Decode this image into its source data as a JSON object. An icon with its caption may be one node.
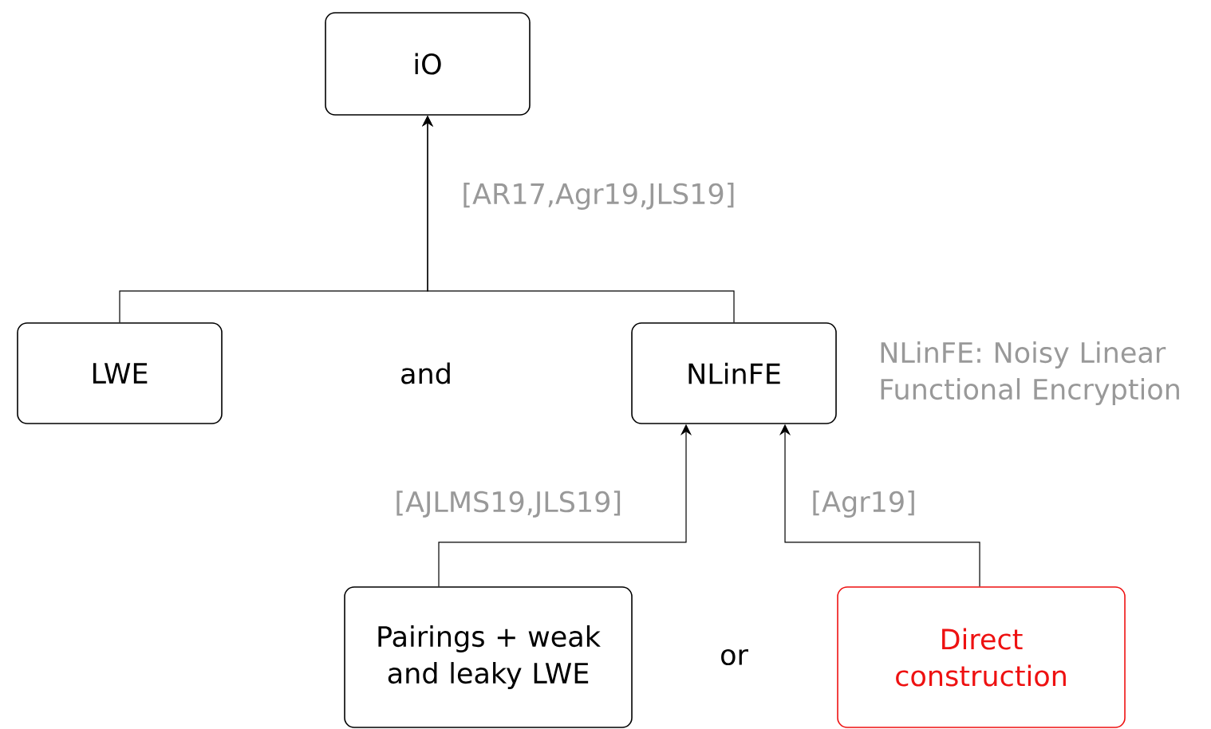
{
  "diagram": {
    "nodes": [
      {
        "text": [
          "iO"
        ]
      },
      {
        "text": [
          "LWE"
        ]
      },
      {
        "text": [
          "NLinFE"
        ],
        "beside": [
          "NLinFE: Noisy Linear Functional Encryption"
        ]
      },
      {
        "text": [
          "Pairings + weak and leaky LWE"
        ]
      },
      {
        "text": [
          "Direct construction"
        ]
      }
    ],
    "edges": [
      {
        "from": 1,
        "to": 0,
        "arrow": "to",
        "label": "[AR17,Agr19,JLS19]"
      },
      {
        "from": 2,
        "to": 0,
        "arrow": "to"
      },
      {
        "from": 3,
        "to": 2,
        "arrow": "to",
        "label": "[AJLMS19,JLS19]"
      },
      {
        "from": 4,
        "to": 2,
        "arrow": "to",
        "label": "[Agr19]"
      }
    ],
    "labels": [
      "and",
      "or"
    ]
  }
}
